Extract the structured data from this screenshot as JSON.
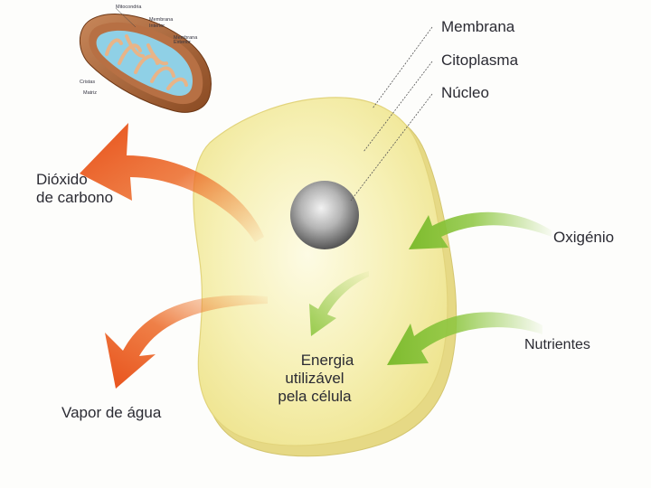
{
  "mitochondria": {
    "title": "Mitocondria",
    "labels": {
      "inner_membrane_1": "Membrana",
      "inner_membrane_2": "Interior",
      "outer_membrane_1": "Membrana",
      "outer_membrane_2": "Exterior",
      "cristae": "Cristas",
      "matrix": "Matriz"
    }
  },
  "cell_labels": {
    "membrane": "Membrana",
    "cytoplasm": "Citoplasma",
    "nucleus": "Núcleo"
  },
  "inputs": {
    "oxygen": "Oxigénio",
    "nutrients": "Nutrientes"
  },
  "outputs": {
    "co2_line1": "Dióxido",
    "co2_line2": "de carbono",
    "water_vapor": "Vapor de água"
  },
  "energy": {
    "line1": "Energia",
    "line2": "utilizável",
    "line3": "pela célula"
  },
  "colors": {
    "cell_fill": "#f3ec9e",
    "cell_inner": "#fbf7cf",
    "nucleus": "#8d8d8d",
    "input_arrow": "#8cc63f",
    "output_arrow": "#e85a1e"
  }
}
